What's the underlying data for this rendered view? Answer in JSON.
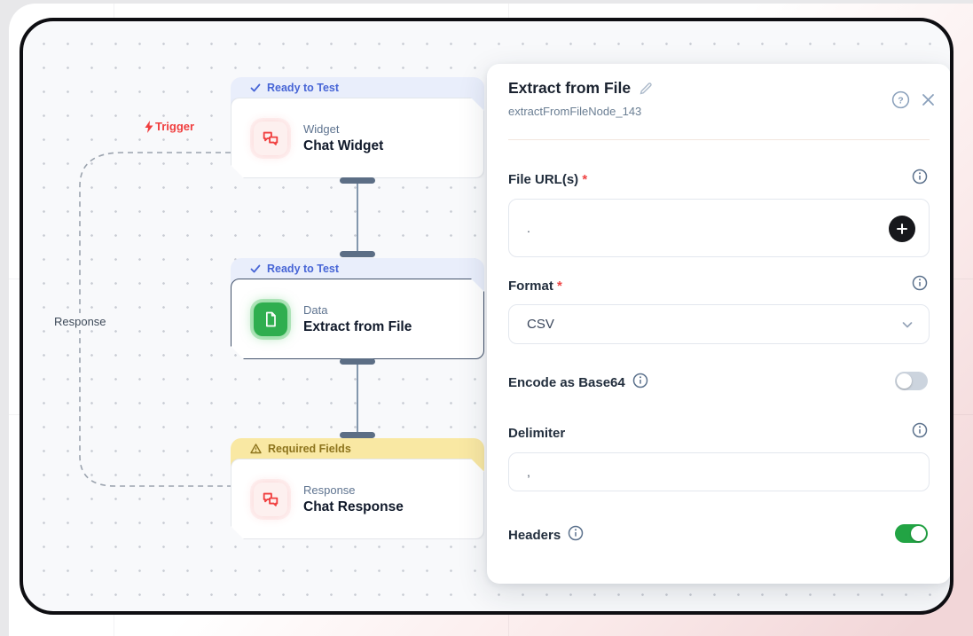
{
  "canvas": {
    "trigger_label": "Trigger",
    "response_label": "Response",
    "nodes": [
      {
        "status": "Ready to Test",
        "status_type": "ready",
        "category": "Widget",
        "title": "Chat Widget",
        "icon": "chat-bubbles",
        "selected": false
      },
      {
        "status": "Ready to Test",
        "status_type": "ready",
        "category": "Data",
        "title": "Extract from File",
        "icon": "document",
        "selected": true
      },
      {
        "status": "Required Fields",
        "status_type": "warning",
        "category": "Response",
        "title": "Chat Response",
        "icon": "chat-bubbles",
        "selected": false
      }
    ]
  },
  "panel": {
    "title": "Extract from File",
    "node_id": "extractFromFileNode_143",
    "fields": {
      "file_urls": {
        "label": "File URL(s)",
        "required": "*",
        "value": "."
      },
      "format": {
        "label": "Format",
        "required": "*",
        "value": "CSV"
      },
      "encode_base64": {
        "label": "Encode as Base64",
        "enabled": false
      },
      "delimiter": {
        "label": "Delimiter",
        "value": ","
      },
      "headers": {
        "label": "Headers",
        "enabled": true
      }
    }
  },
  "colors": {
    "accent_red": "#f03e3e",
    "icon_green": "#2fae4f",
    "toggle_on_green": "#22a444",
    "badge_ready_text": "#4765d6",
    "badge_warning_bg": "#f9e8a3",
    "badge_warning_text": "#8d741d",
    "canvas_bg": "#f8f9fb",
    "frame_border": "#0e0e12"
  }
}
